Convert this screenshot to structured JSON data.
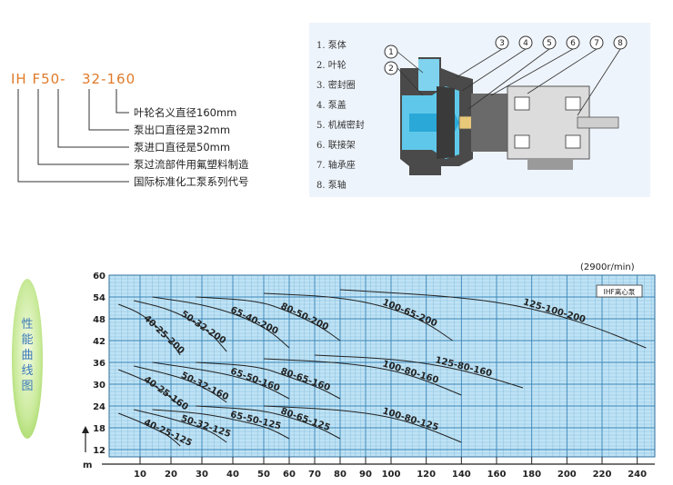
{
  "model": {
    "code_parts": [
      "IH F50-",
      "32-160"
    ],
    "descriptions": [
      "叶轮名义直径160mm",
      "泵出口直径是32mm",
      "泵进口直径是50mm",
      "泵过流部件用氟塑料制造",
      "国际标准化工泵系列代号"
    ]
  },
  "diagram": {
    "parts": [
      "1. 泵体",
      "2. 叶轮",
      "3. 密封圈",
      "4. 泵盖",
      "5. 机械密封",
      "6. 联接架",
      "7. 轴承座",
      "8. 泵轴"
    ],
    "callouts": [
      "1",
      "2",
      "3",
      "4",
      "5",
      "6",
      "7",
      "8"
    ]
  },
  "performance_title": [
    "性",
    "能",
    "曲",
    "线",
    "图"
  ],
  "chart_data": {
    "type": "line",
    "speed_label": "(2900r/min)",
    "box_label": "IHF离心泵",
    "y_unit": "m",
    "y_ticks": [
      12,
      18,
      24,
      30,
      36,
      42,
      48,
      54,
      60
    ],
    "x_ticks": [
      10,
      20,
      30,
      40,
      50,
      60,
      70,
      80,
      90,
      100,
      120,
      140,
      160,
      180,
      200,
      220,
      240
    ],
    "x_breaks": [
      0,
      50,
      100,
      250
    ],
    "ylim": [
      10,
      60
    ],
    "xlim": [
      0,
      250
    ],
    "grid": true,
    "series": [
      {
        "name": "40-25-200",
        "x": [
          3,
          9,
          14,
          19,
          23
        ],
        "y": [
          52,
          50,
          47,
          43,
          38
        ]
      },
      {
        "name": "50-32-200",
        "x": [
          8,
          18,
          26,
          33,
          38
        ],
        "y": [
          53,
          51,
          48,
          44,
          39
        ]
      },
      {
        "name": "65-40-200",
        "x": [
          14,
          30,
          42,
          52,
          60
        ],
        "y": [
          54,
          52,
          49,
          45,
          40
        ]
      },
      {
        "name": "80-50-200",
        "x": [
          28,
          48,
          60,
          72,
          80
        ],
        "y": [
          54,
          53,
          50,
          46,
          42
        ]
      },
      {
        "name": "100-65-200",
        "x": [
          50,
          80,
          100,
          120,
          135
        ],
        "y": [
          55,
          54,
          51,
          47,
          42
        ]
      },
      {
        "name": "125-100-200",
        "x": [
          80,
          140,
          180,
          215,
          245
        ],
        "y": [
          56,
          54,
          51,
          46,
          40
        ]
      },
      {
        "name": "40-25-160",
        "x": [
          3,
          9,
          14,
          19,
          23
        ],
        "y": [
          34,
          32,
          30,
          27,
          24
        ]
      },
      {
        "name": "50-32-160",
        "x": [
          8,
          18,
          26,
          33,
          38
        ],
        "y": [
          35,
          33,
          31,
          28,
          25
        ]
      },
      {
        "name": "65-50-160",
        "x": [
          14,
          30,
          42,
          52,
          60
        ],
        "y": [
          36,
          34,
          32,
          29,
          26
        ]
      },
      {
        "name": "80-65-160",
        "x": [
          28,
          48,
          60,
          72,
          80
        ],
        "y": [
          36,
          35,
          32,
          29,
          26
        ]
      },
      {
        "name": "100-80-160",
        "x": [
          50,
          80,
          100,
          120,
          140
        ],
        "y": [
          37,
          36,
          34,
          31,
          27
        ]
      },
      {
        "name": "125-80-160",
        "x": [
          70,
          100,
          130,
          155,
          175
        ],
        "y": [
          38,
          37,
          35,
          32,
          29
        ]
      },
      {
        "name": "40-25-125",
        "x": [
          3,
          9,
          14,
          19,
          23
        ],
        "y": [
          22,
          20,
          18,
          16,
          13
        ]
      },
      {
        "name": "50-32-125",
        "x": [
          8,
          18,
          26,
          33,
          38
        ],
        "y": [
          23,
          21,
          19,
          17,
          14
        ]
      },
      {
        "name": "65-50-125",
        "x": [
          14,
          30,
          42,
          52,
          60
        ],
        "y": [
          23,
          22,
          20,
          18,
          15
        ]
      },
      {
        "name": "80-65-125",
        "x": [
          28,
          48,
          60,
          72,
          80
        ],
        "y": [
          24,
          23,
          21,
          18,
          15
        ]
      },
      {
        "name": "100-80-125",
        "x": [
          50,
          80,
          100,
          120,
          140
        ],
        "y": [
          24,
          23,
          21,
          18,
          14
        ]
      }
    ]
  }
}
